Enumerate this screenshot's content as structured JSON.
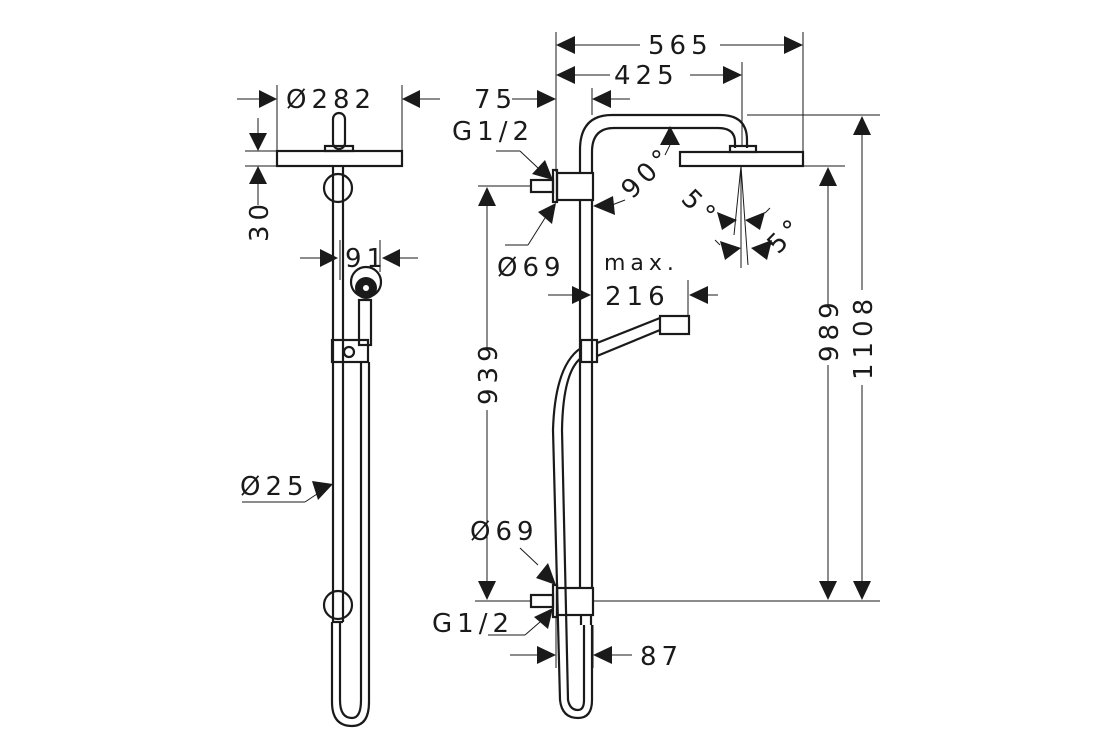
{
  "side_view": {
    "diameter_head": "Ø282",
    "head_height": "30",
    "hand_shower_width": "91",
    "rod_diameter": "Ø25"
  },
  "front_view": {
    "total_width": "565",
    "arm_reach": "425",
    "wall_offset": "75",
    "inlet_top": "G1/2",
    "inlet_bottom": "G1/2",
    "escutcheon_top": "Ø69",
    "escutcheon_bottom": "Ø69",
    "angle_arm": "90°",
    "tilt_a": "5°",
    "tilt_b": "5°",
    "max_label": "max.",
    "hand_arm_reach": "216",
    "height_inlet": "939",
    "height_head": "989",
    "height_total": "1108",
    "bottom_offset": "87"
  }
}
